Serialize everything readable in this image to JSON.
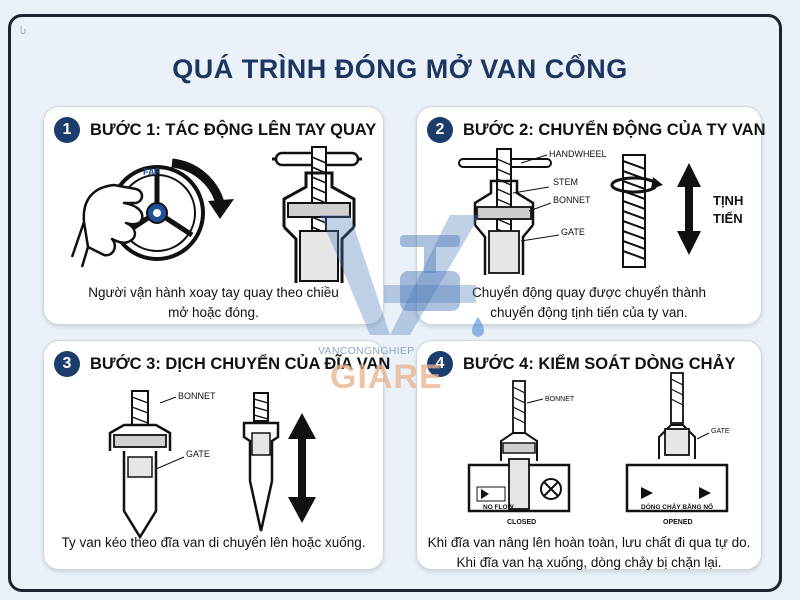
{
  "title": "QUÁ TRÌNH ĐÓNG MỞ VAN CỔNG",
  "steps": [
    {
      "number": "1",
      "label": "BƯỚC 1: TÁC ĐỘNG LÊN TAY QUAY",
      "description": [
        "Người vận hành xoay tay quay theo chiều",
        "mở hoặc đóng."
      ],
      "wheel_text": "FAF"
    },
    {
      "number": "2",
      "label": "BƯỚC 2: CHUYỂN ĐỘNG CỦA TY VAN",
      "description": [
        "Chuyển động quay được chuyển thành",
        "chuyển động tịnh tiến của ty van."
      ],
      "callouts": [
        "HANDWHEEL",
        "STEM",
        "BONNET",
        "GATE"
      ],
      "motion_label": [
        "TỊNH",
        "TIẾN"
      ]
    },
    {
      "number": "3",
      "label": "BƯỚC 3: DỊCH CHUYỂN CỦA ĐĨA VAN",
      "description": [
        "Ty van kéo theo đĩa van di chuyển lên hoặc xuống."
      ],
      "callouts": [
        "BONNET",
        "GATE"
      ]
    },
    {
      "number": "4",
      "label": "BƯỚC 4: KIỂM SOÁT DÒNG CHẢY",
      "description": [
        "Khi đĩa van nâng lên hoàn toàn, lưu chất đi qua tự do.",
        "Khi đĩa van hạ xuống, dòng chảy bị chặn lại."
      ],
      "callouts": [
        "BONNET",
        "GATE"
      ],
      "flow_labels": [
        "NO FLOW",
        "DÒNG CHẢY BẰNG NỔ"
      ],
      "state_labels": [
        "CLOSED",
        "OPENED"
      ]
    }
  ],
  "watermark": {
    "brand": "VANCONGNGHIEP",
    "tagline": "GIARE"
  },
  "corner_mark": "Ⴑ",
  "colors": {
    "background": "#e8f0f8",
    "title": "#1d3660",
    "step_badge": "#1c3c6c",
    "watermark_blue": "#4a78b8"
  }
}
